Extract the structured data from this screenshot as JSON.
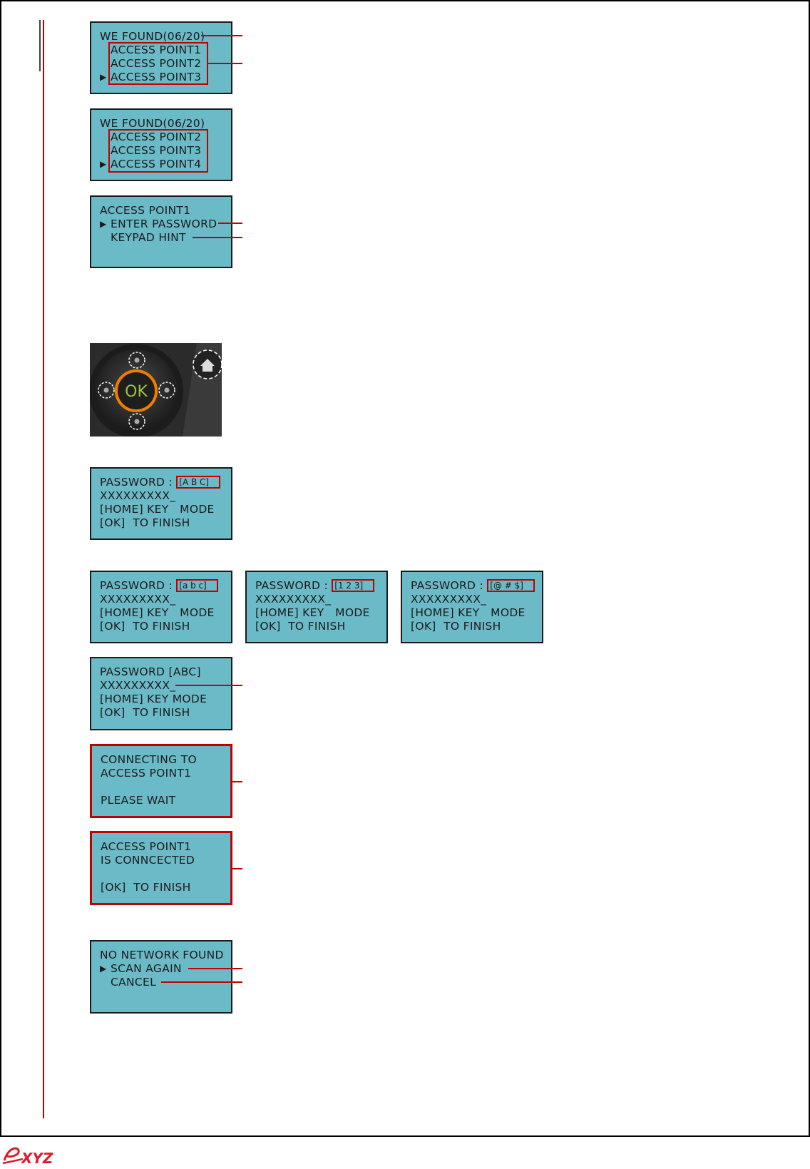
{
  "screens": {
    "found1": {
      "header": "WE FOUND(06/20)",
      "items": [
        "ACCESS POINT1",
        "ACCESS POINT2",
        "ACCESS POINT3"
      ],
      "selected_index": 2
    },
    "found2": {
      "header": "WE FOUND(06/20)",
      "items": [
        "ACCESS POINT2",
        "ACCESS POINT3",
        "ACCESS POINT4"
      ],
      "selected_index": 2
    },
    "ap_menu": {
      "header": "ACCESS POINT1",
      "items": [
        "ENTER PASSWORD",
        "KEYPAD HINT"
      ],
      "selected_index": 0
    },
    "pw_upper": {
      "label": "PASSWORD :",
      "mode": "[A B C]",
      "masked": "XXXXXXXXX_",
      "line3": "[HOME] KEY   MODE",
      "line4": "[OK]  TO FINISH"
    },
    "pw_lower": {
      "label": "PASSWORD :",
      "mode": "[a b c]",
      "masked": "XXXXXXXXX_",
      "line3": "[HOME] KEY   MODE",
      "line4": "[OK]  TO FINISH"
    },
    "pw_num": {
      "label": "PASSWORD :",
      "mode": "[1 2 3]",
      "masked": "XXXXXXXXX_",
      "line3": "[HOME] KEY   MODE",
      "line4": "[OK]  TO FINISH"
    },
    "pw_sym": {
      "label": "PASSWORD :",
      "mode": "[@ # $]",
      "masked": "XXXXXXXXX_",
      "line3": "[HOME] KEY   MODE",
      "line4": "[OK]  TO FINISH"
    },
    "pw_entered": {
      "line1": "PASSWORD [ABC]",
      "line2": "XXXXXXXXX_",
      "line3": "[HOME] KEY MODE",
      "line4": "[OK]  TO FINISH"
    },
    "connecting": {
      "line1": "CONNECTING TO",
      "line2": "ACCESS POINT1",
      "line3": "",
      "line4": "PLEASE WAIT"
    },
    "connected": {
      "line1": "ACCESS POINT1",
      "line2": "IS CONNCECTED",
      "line3": "",
      "line4": "[OK]  TO FINISH"
    },
    "no_network": {
      "header": "NO NETWORK FOUND",
      "items": [
        "SCAN AGAIN",
        "CANCEL"
      ],
      "selected_index": 0
    }
  },
  "keypad": {
    "ok_label": "OK",
    "colors": {
      "ring": "#f07d00",
      "ok_text": "#9ac53c",
      "body": "#2a2a2a"
    }
  },
  "logo": {
    "text": "XYZ",
    "color": "#d9202e"
  },
  "colors": {
    "lcd_bg": "#6bbac7",
    "accent": "#c00000"
  }
}
